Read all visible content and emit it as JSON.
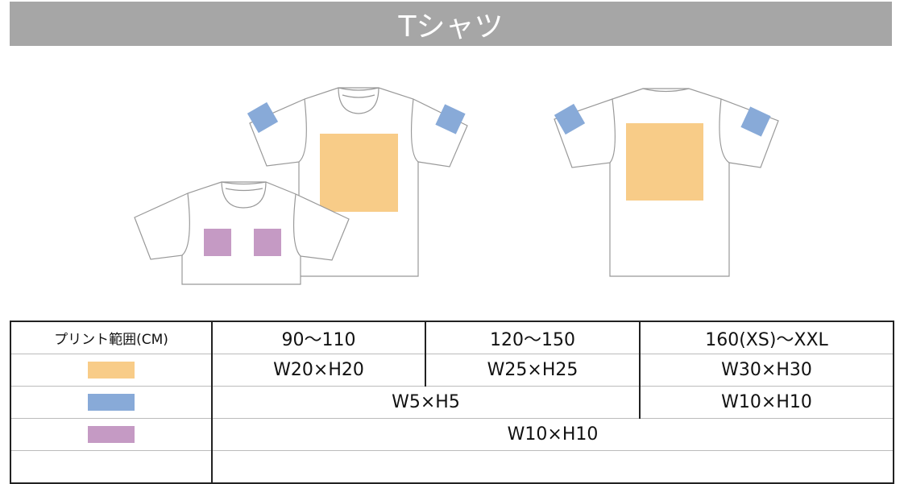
{
  "title": "Tシャツ",
  "colors": {
    "front": "#f8cc88",
    "sleeve": "#88aad8",
    "chest": "#c59ac4"
  },
  "table": {
    "header": "プリント範囲(CM)",
    "sizes": [
      "90〜110",
      "120〜150",
      "160(XS)〜XXL"
    ],
    "front": [
      "W20×H20",
      "W25×H25",
      "W30×H30"
    ],
    "sleeve": [
      "W5×H5",
      "W10×H10"
    ],
    "chest": [
      "W10×H10"
    ]
  }
}
